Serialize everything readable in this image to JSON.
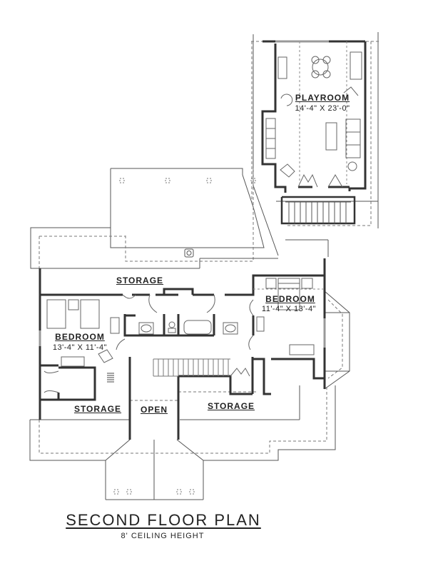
{
  "plan": {
    "title": "SECOND FLOOR PLAN",
    "subtitle": "8' CEILING HEIGHT"
  },
  "rooms": {
    "playroom": {
      "name": "PLAYROOM",
      "dims": "14'-4\" X 23'-0\""
    },
    "bedroom_right": {
      "name": "BEDROOM",
      "dims": "11'-4\" X 13'-4\""
    },
    "bedroom_left": {
      "name": "BEDROOM",
      "dims": "13'-4\" X 11'-4\""
    },
    "storage_top": {
      "name": "STORAGE"
    },
    "storage_bottom_left": {
      "name": "STORAGE"
    },
    "open": {
      "name": "OPEN"
    },
    "storage_bottom_right": {
      "name": "STORAGE"
    }
  },
  "colors": {
    "wall": "#333333",
    "line": "#555555",
    "dashed": "#777777",
    "background": "#ffffff"
  }
}
